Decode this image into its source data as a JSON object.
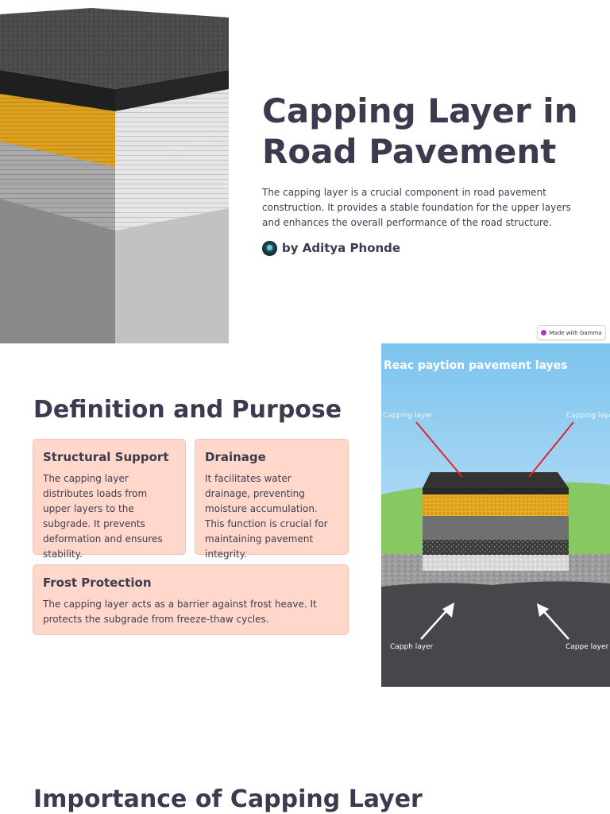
{
  "hero": {
    "title": "Capping Layer in Road Pavement",
    "intro": "The capping layer is a crucial component in road pavement construction. It provides a stable foundation for the upper layers and enhances the overall performance of the road structure.",
    "author": "by Aditya Phonde"
  },
  "badge": {
    "label": "Made with Gamma"
  },
  "definition": {
    "heading": "Definition and Purpose",
    "cards": [
      {
        "title": "Structural Support",
        "body": "The capping layer distributes loads from upper layers to the subgrade. It prevents deformation and ensures stability."
      },
      {
        "title": "Drainage",
        "body": "It facilitates water drainage, preventing moisture accumulation. This function is crucial for maintaining pavement integrity."
      },
      {
        "title": "Frost Protection",
        "body": "The capping layer acts as a barrier against frost heave. It protects the subgrade from freeze-thaw cycles."
      }
    ]
  },
  "diagram": {
    "title": "Reac paytion pavement layes",
    "label_top_left": "Capping layer",
    "label_top_right": "Capping layer",
    "label_bottom_left": "Capph layer",
    "label_bottom_right": "Cappe layer"
  },
  "importance": {
    "heading": "Importance of Capping Layer"
  },
  "colors": {
    "heading": "#3c3a4e",
    "card_bg": "#ffd8cb",
    "card_border": "#f3c2b1",
    "asphalt": "#3d3d3d",
    "yellow_layer": "#e0a21d"
  }
}
